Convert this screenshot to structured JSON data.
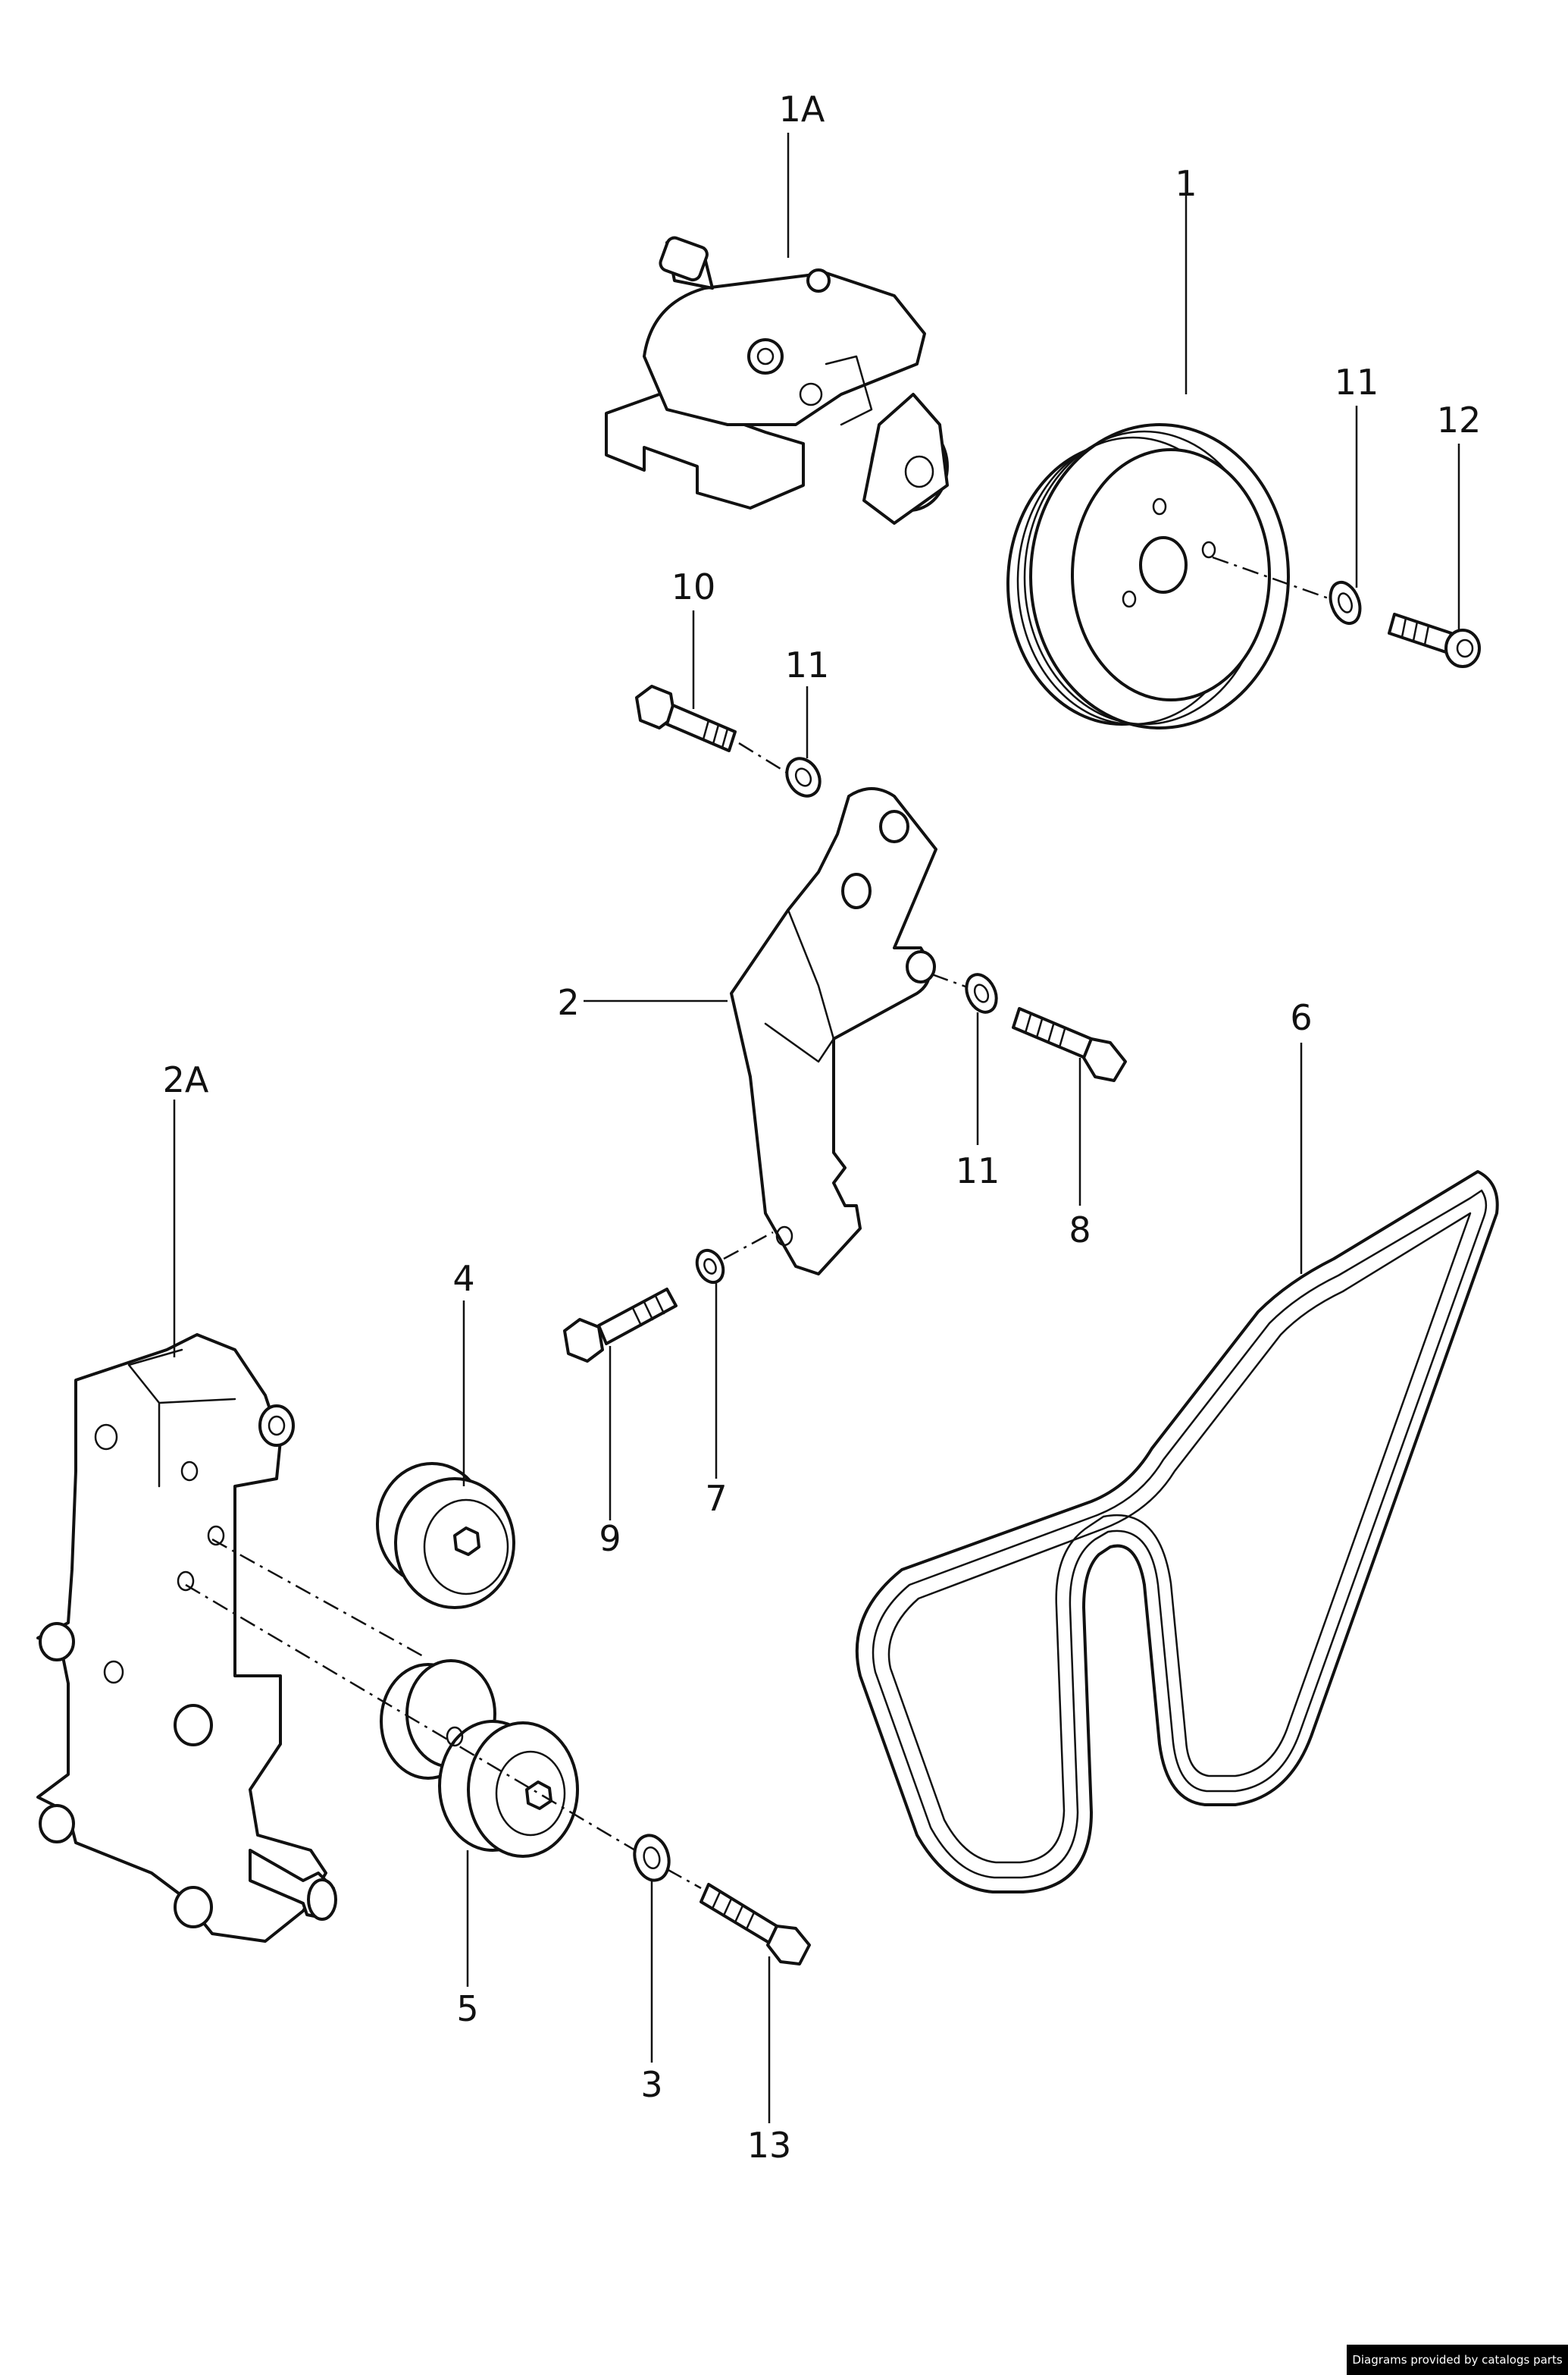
{
  "callouts": {
    "c1A": "1A",
    "c1": "1",
    "c11a": "11",
    "c12": "12",
    "c10": "10",
    "c11b": "11",
    "c2": "2",
    "c11c": "11",
    "c8": "8",
    "c6": "6",
    "c2A": "2A",
    "c4": "4",
    "c9": "9",
    "c7": "7",
    "c5": "5",
    "c3": "3",
    "c13": "13"
  },
  "footer": {
    "credit": "Diagrams provided by catalogs parts"
  }
}
